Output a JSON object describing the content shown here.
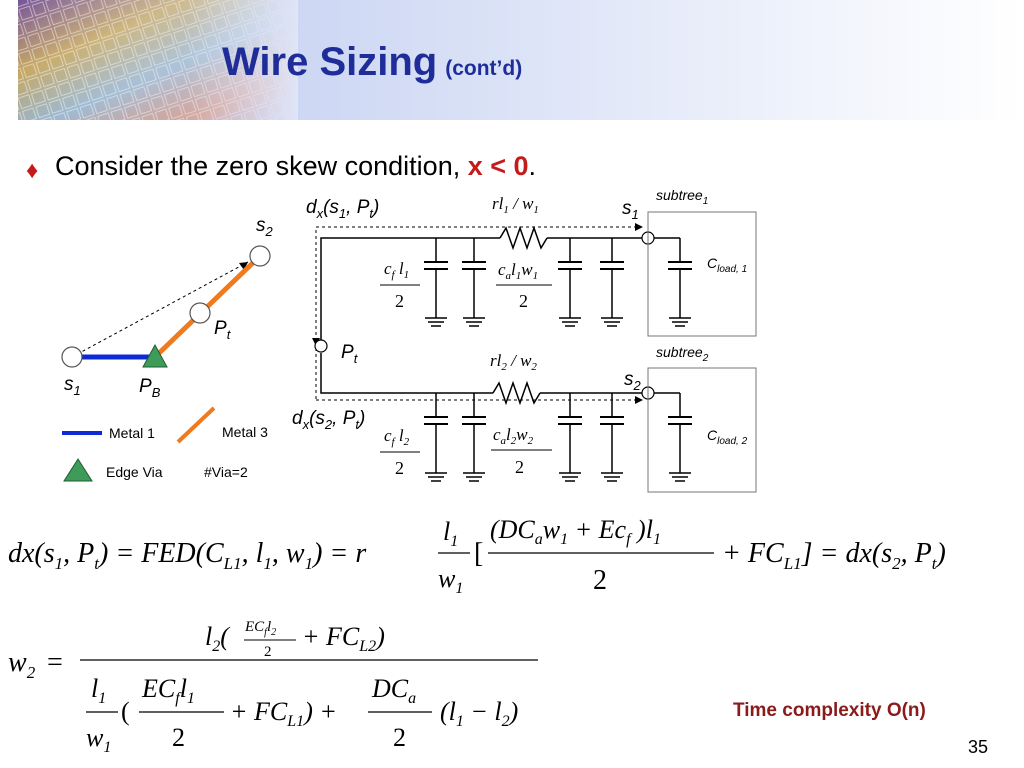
{
  "title": {
    "main": "Wire Sizing",
    "sub": "(cont’d)"
  },
  "bullet": {
    "text": "Consider the zero skew condition, ",
    "condition": "x < 0",
    "end": "."
  },
  "left_diagram": {
    "s2": "s",
    "s2_sub": "2",
    "pt": "P",
    "pt_sub": "t",
    "s1": "s",
    "s1_sub": "1",
    "pb": "P",
    "pb_sub": "B",
    "legend_metal1": "Metal 1",
    "legend_metal3": "Metal 3",
    "legend_via": "Edge Via",
    "legend_via_count": "#Via=2",
    "colors": {
      "metal1": "#0c2ad6",
      "metal3": "#f07a1e",
      "via": "#3e9b5a"
    }
  },
  "circuit": {
    "dx1": "d",
    "dx1_sub": "x",
    "dx1_args": "(s",
    "dx1_args_sub": "1",
    "dx1_mid": ", P",
    "dx1_mid_sub": "t",
    "dx1_end": ")",
    "r1_label": "rl",
    "r1_sub": "1",
    "r1_mid": " / w",
    "r1_sub2": "1",
    "s1": "s",
    "s1_sub": "1",
    "subtree1": "subtree",
    "subtree1_sub": "1",
    "cap1_num": "c",
    "cap1_num_sub": "f",
    "cap1_num_rest": " l",
    "cap1_num_rest_sub": "1",
    "cap1_den": "2",
    "cap2_num": "c",
    "cap2_num_sub": "a",
    "cap2_num_rest": "l",
    "cap2_num_rest_sub": "1",
    "cap2_num_w": "w",
    "cap2_num_w_sub": "1",
    "cap2_den": "2",
    "cload1": "C",
    "cload1_sub": "load, 1",
    "pt": "P",
    "pt_sub": "t",
    "subtree2": "subtree",
    "subtree2_sub": "2",
    "r2_label": "rl",
    "r2_sub": "2",
    "r2_mid": " / w",
    "r2_sub2": "2",
    "s2": "s",
    "s2_sub": "2",
    "dx2": "d",
    "dx2_sub": "x",
    "dx2_args": "(s",
    "dx2_args_sub": "2",
    "dx2_mid": ", P",
    "dx2_mid_sub": "t",
    "dx2_end": ")",
    "cap3_num": "c",
    "cap3_num_sub": "f",
    "cap3_num_rest": " l",
    "cap3_num_rest_sub": "2",
    "cap3_den": "2",
    "cap4_num": "c",
    "cap4_num_sub": "a",
    "cap4_num_rest": "l",
    "cap4_num_rest_sub": "2",
    "cap4_num_w": "w",
    "cap4_num_w_sub": "2",
    "cap4_den": "2",
    "cload2": "C",
    "cload2_sub": "load, 2"
  },
  "eq1": {
    "lhs": "dx(s",
    "lhs_sub": "1",
    "lhs_mid": ", P",
    "lhs_sub2": "t",
    "lhs_end": ") = FED(C",
    "cl_sub": "L1",
    "args": ", l",
    "args_sub": "1",
    "args2": ", w",
    "args_sub2": "1",
    "eq": ") = r",
    "l_num": "l",
    "l_num_sub": "1",
    "w_den": "w",
    "w_den_sub": "1",
    "bracket_open": "[",
    "frac_num_a": "(DC",
    "frac_num_a_sub": "a",
    "frac_num_b": "w",
    "frac_num_b_sub": "1",
    "frac_num_c": " + Ec",
    "frac_num_c_sub": "f",
    "frac_num_d": " )l",
    "frac_num_d_sub": "1",
    "frac_den": "2",
    "tail": "+ FC",
    "tail_sub": "L1",
    "tail_end": "] = dx(s",
    "tail_sub2": "2",
    "tail_mid": ", P",
    "tail_sub3": "t",
    "tail_close": ")"
  },
  "eq2": {
    "lhs": "w",
    "lhs_sub": "2",
    "eq": "=",
    "num_l": "l",
    "num_l_sub": "2",
    "num_paren": "(",
    "num_small_num": "EC",
    "num_small_num_sub": "f",
    "num_small_num_l": "l",
    "num_small_num_l_sub": "2",
    "num_small_den": "2",
    "num_tail": "+ FC",
    "num_tail_sub": "L2",
    "num_close": ")",
    "den_l": "l",
    "den_l_sub": "1",
    "den_w": "w",
    "den_w_sub": "1",
    "den_paren": "(",
    "den_frac_num": "EC",
    "den_frac_num_sub": "f",
    "den_frac_num_l": "l",
    "den_frac_num_l_sub": "1",
    "den_frac_den": "2",
    "den_tail": "+ FC",
    "den_tail_sub": "L1",
    "den_tail_close": ") +",
    "den_frac2_num": "DC",
    "den_frac2_num_sub": "a",
    "den_frac2_den": "2",
    "den_last": "(l",
    "den_last_sub": "1",
    "den_last_mid": " − l",
    "den_last_sub2": "2",
    "den_last_close": ")"
  },
  "footer_note": "Time complexity O(n)",
  "page_number": "35"
}
